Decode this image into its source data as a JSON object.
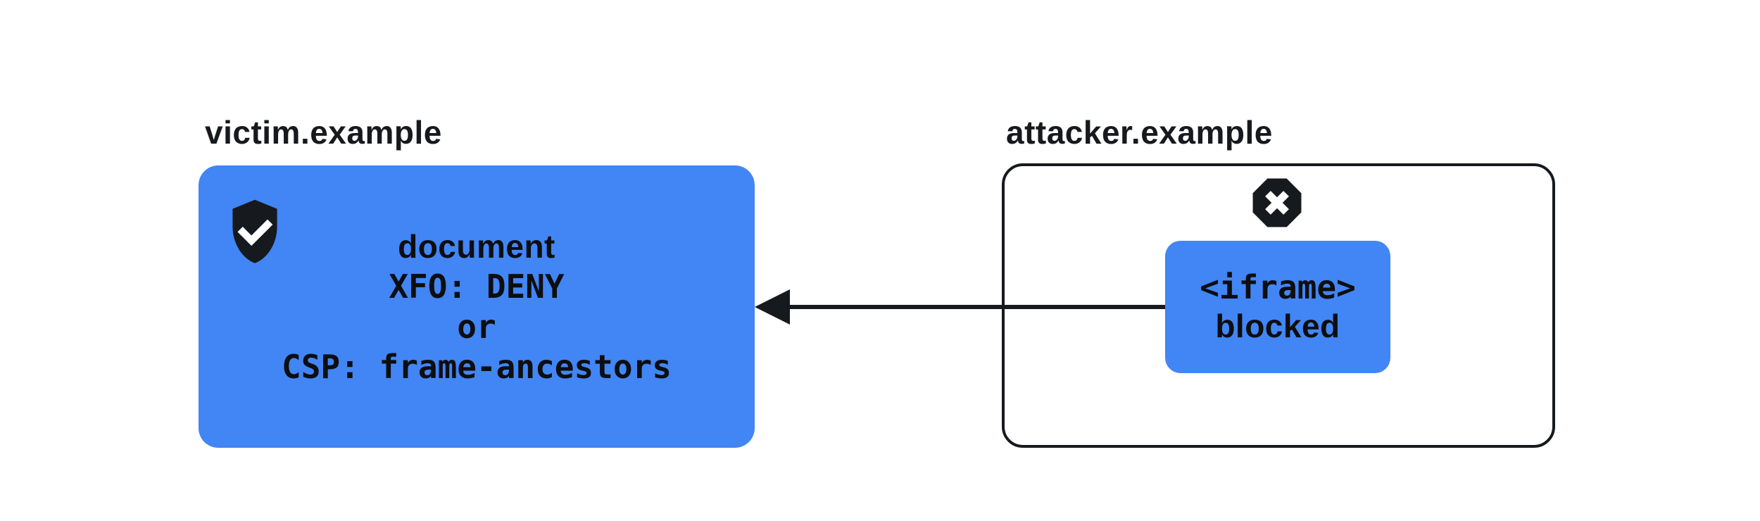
{
  "colors": {
    "accent_blue": "#4285F4",
    "ink": "#16191d",
    "background": "#ffffff"
  },
  "victim": {
    "title": "victim.example",
    "icon": "shield-check-icon",
    "box_lines": [
      {
        "text": "document",
        "style": "sans"
      },
      {
        "text": "XFO: DENY",
        "style": "mono"
      },
      {
        "text": "or",
        "style": "mono"
      },
      {
        "text": "CSP: frame-ancestors",
        "style": "mono"
      }
    ]
  },
  "attacker": {
    "title": "attacker.example",
    "icon": "blocked-x-octagon-icon",
    "iframe_lines": [
      {
        "text": "<iframe>",
        "style": "mono"
      },
      {
        "text": "blocked",
        "style": "sans"
      }
    ]
  },
  "arrow": {
    "meaning": "iframe request to victim.example blocked",
    "direction": "right-to-left"
  }
}
